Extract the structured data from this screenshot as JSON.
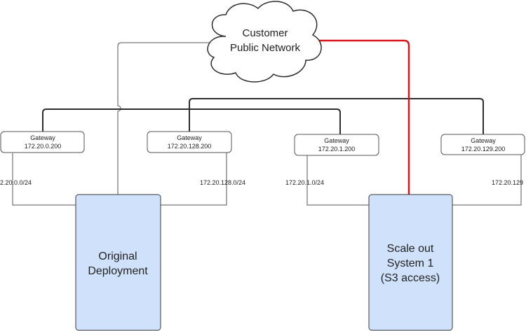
{
  "cloud": {
    "line1": "Customer",
    "line2": "Public Network"
  },
  "gateways": [
    {
      "title": "Gateway",
      "ip": "172.20.0.200"
    },
    {
      "title": "Gateway",
      "ip": "172.20.128.200"
    },
    {
      "title": "Gateway",
      "ip": "172.20.1.200"
    },
    {
      "title": "Gateway",
      "ip": "172.20.129.200"
    }
  ],
  "subnets": [
    "2.20.0.0/24",
    "172.20.128.0/24",
    "172.20.1.0/24",
    "172.20.129"
  ],
  "systems": [
    {
      "lines": [
        "Original",
        "Deployment"
      ]
    },
    {
      "lines": [
        "Scale out",
        "System 1",
        "(S3 access)"
      ]
    }
  ],
  "colors": {
    "box_fill": "#d0e2fb",
    "box_stroke": "#3a3a3a",
    "line": "#2d2d2d",
    "thin_line": "#555555",
    "highlight": "#d9131a"
  }
}
